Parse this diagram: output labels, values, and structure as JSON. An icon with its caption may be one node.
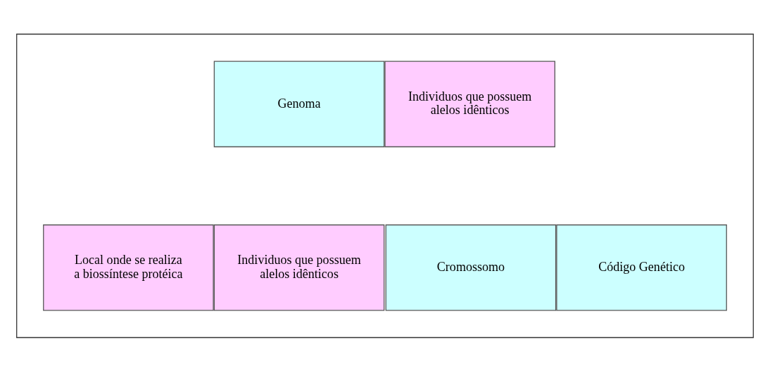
{
  "diagram": {
    "nodes": [
      {
        "text": [],
        "shape": "box"
      },
      {
        "text": [
          "Genoma"
        ],
        "in": 0
      },
      {
        "text": [
          "Individuos que possuem alelos idênticos"
        ],
        "in": 0
      },
      {
        "text": [
          "Local onde se realiza a biossíntese protéica"
        ],
        "in": 0
      },
      {
        "text": [
          "Individuos que possuem alelos idênticos"
        ],
        "in": 0
      },
      {
        "text": [
          "Cromossomo"
        ],
        "in": 0
      },
      {
        "text": [
          "Código Genético"
        ],
        "in": 0
      }
    ],
    "edges": []
  }
}
